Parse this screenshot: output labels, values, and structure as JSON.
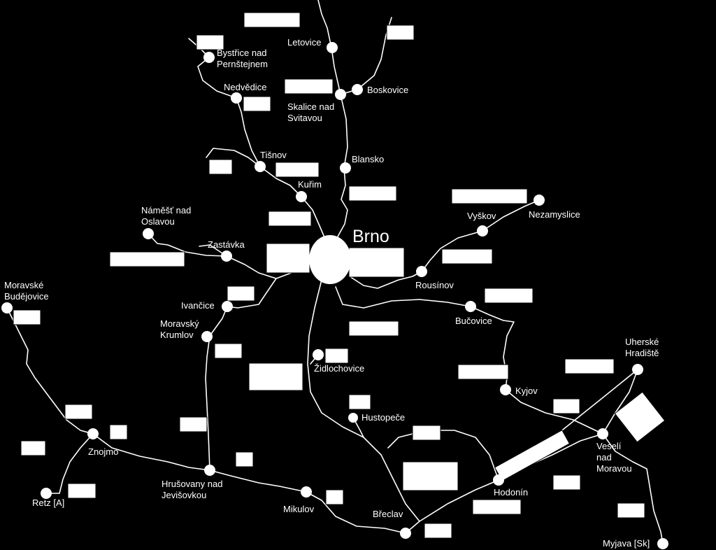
{
  "colors": {
    "background": "#000000",
    "lines": "#ffffff",
    "stations": "#ffffff",
    "text": "#ffffff"
  },
  "hub": {
    "name": "Brno"
  },
  "stations": [
    {
      "id": "letovice",
      "lines": [
        "Letovice"
      ]
    },
    {
      "id": "bystrice",
      "lines": [
        "Bystřice nad",
        "Pernštejnem"
      ]
    },
    {
      "id": "boskovice",
      "lines": [
        "Boskovice"
      ]
    },
    {
      "id": "skalice",
      "lines": [
        "Skalice nad",
        "Svitavou"
      ]
    },
    {
      "id": "nedvedice",
      "lines": [
        "Nedvědice"
      ]
    },
    {
      "id": "tisnov",
      "lines": [
        "Tišnov"
      ]
    },
    {
      "id": "blansko",
      "lines": [
        "Blansko"
      ]
    },
    {
      "id": "kurim",
      "lines": [
        "Kuřim"
      ]
    },
    {
      "id": "vyskov",
      "lines": [
        "Vyškov"
      ]
    },
    {
      "id": "nezamyslice",
      "lines": [
        "Nezamyslice"
      ]
    },
    {
      "id": "namest",
      "lines": [
        "Náměšť nad",
        "Oslavou"
      ]
    },
    {
      "id": "zastavka",
      "lines": [
        "Zastávka"
      ]
    },
    {
      "id": "rousinov",
      "lines": [
        "Rousínov"
      ]
    },
    {
      "id": "moravske-budejovice",
      "lines": [
        "Moravské",
        "Budějovice"
      ]
    },
    {
      "id": "ivancice",
      "lines": [
        "Ivančice"
      ]
    },
    {
      "id": "bucovice",
      "lines": [
        "Bučovice"
      ]
    },
    {
      "id": "moravsky-krumlov",
      "lines": [
        "Moravský",
        "Krumlov"
      ]
    },
    {
      "id": "zidlochovice",
      "lines": [
        "Židlochovice"
      ]
    },
    {
      "id": "uherske-hradiste",
      "lines": [
        "Uherské",
        "Hradiště"
      ]
    },
    {
      "id": "kyjov",
      "lines": [
        "Kyjov"
      ]
    },
    {
      "id": "hustopece",
      "lines": [
        "Hustopeče"
      ]
    },
    {
      "id": "znojmo",
      "lines": [
        "Znojmo"
      ]
    },
    {
      "id": "veseli",
      "lines": [
        "Veselí",
        "nad",
        "Moravou"
      ]
    },
    {
      "id": "hrusovany",
      "lines": [
        "Hrušovany nad",
        "Jevišovkou"
      ]
    },
    {
      "id": "hodonin",
      "lines": [
        "Hodonín"
      ]
    },
    {
      "id": "retz",
      "lines": [
        "Retz [A]"
      ]
    },
    {
      "id": "mikulov",
      "lines": [
        "Mikulov"
      ]
    },
    {
      "id": "breclav",
      "lines": [
        "Břeclav"
      ]
    },
    {
      "id": "myjava",
      "lines": [
        "Myjava [Sk]"
      ]
    }
  ]
}
